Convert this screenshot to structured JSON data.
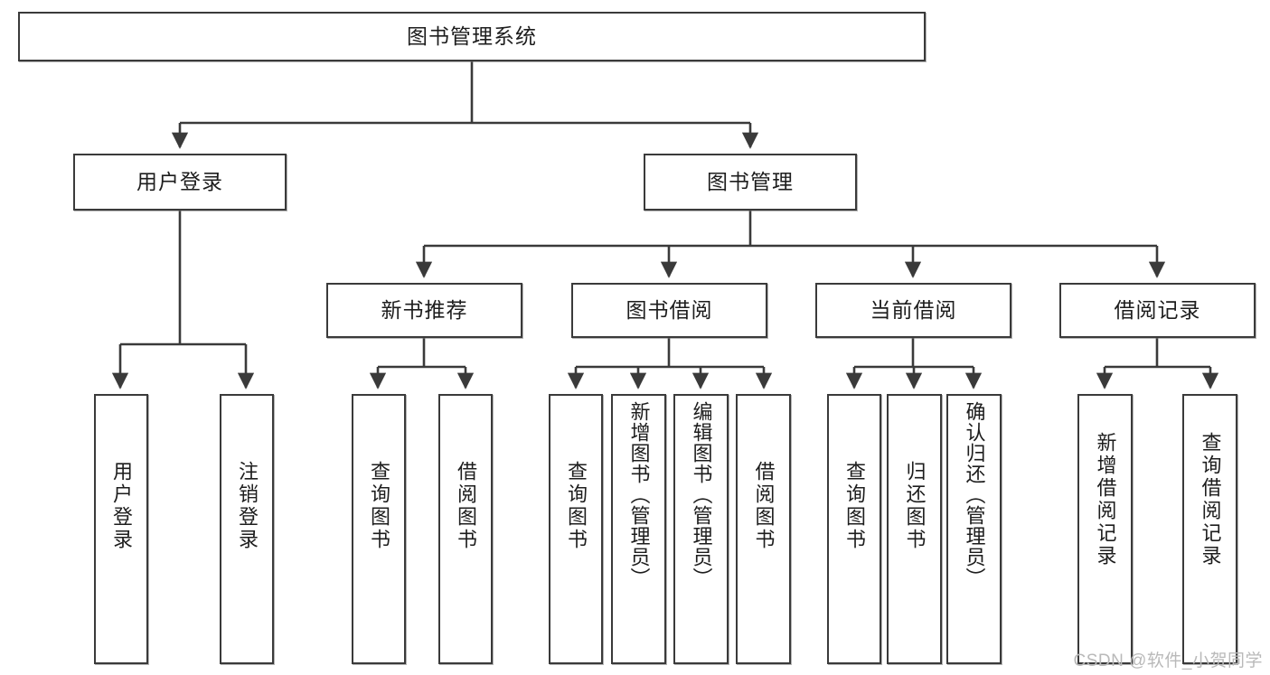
{
  "diagram": {
    "type": "tree-hierarchy",
    "title": "图书管理系统",
    "watermark": "CSDN @软件_小贺同学",
    "colors": {
      "box_border": "#3a3a3a",
      "box_fill": "#ffffff",
      "edge": "#3a3a3a",
      "text": "#1d1d1d",
      "watermark": "#b9b9b9",
      "background": "#ffffff"
    },
    "nodes": {
      "root": {
        "id": "root",
        "label": "图书管理系统",
        "level": 1,
        "orientation": "horizontal"
      },
      "l2": [
        {
          "id": "user-login",
          "label": "用户登录",
          "level": 2,
          "orientation": "horizontal",
          "parent": "root"
        },
        {
          "id": "book-manage",
          "label": "图书管理",
          "level": 2,
          "orientation": "horizontal",
          "parent": "root"
        }
      ],
      "l3": [
        {
          "id": "new-book-recommend",
          "label": "新书推荐",
          "level": 3,
          "orientation": "horizontal",
          "parent": "book-manage"
        },
        {
          "id": "book-borrow",
          "label": "图书借阅",
          "level": 3,
          "orientation": "horizontal",
          "parent": "book-manage"
        },
        {
          "id": "current-borrow",
          "label": "当前借阅",
          "level": 3,
          "orientation": "horizontal",
          "parent": "book-manage"
        },
        {
          "id": "borrow-record",
          "label": "借阅记录",
          "level": 3,
          "orientation": "horizontal",
          "parent": "book-manage"
        }
      ],
      "leaves": [
        {
          "id": "leaf-user-login",
          "label": "用户登录",
          "parent": "user-login",
          "orientation": "vertical"
        },
        {
          "id": "leaf-user-logout",
          "label": "注销登录",
          "parent": "user-login",
          "orientation": "vertical"
        },
        {
          "id": "leaf-query-book-1",
          "label": "查询图书",
          "parent": "new-book-recommend",
          "orientation": "vertical"
        },
        {
          "id": "leaf-borrow-book-1",
          "label": "借阅图书",
          "parent": "new-book-recommend",
          "orientation": "vertical"
        },
        {
          "id": "leaf-query-book-2",
          "label": "查询图书",
          "parent": "book-borrow",
          "orientation": "vertical"
        },
        {
          "id": "leaf-add-book",
          "label": "新增图书（管理员）",
          "parent": "book-borrow",
          "orientation": "vertical"
        },
        {
          "id": "leaf-edit-book",
          "label": "编辑图书（管理员）",
          "parent": "book-borrow",
          "orientation": "vertical"
        },
        {
          "id": "leaf-borrow-book-2",
          "label": "借阅图书",
          "parent": "book-borrow",
          "orientation": "vertical"
        },
        {
          "id": "leaf-query-book-3",
          "label": "查询图书",
          "parent": "current-borrow",
          "orientation": "vertical"
        },
        {
          "id": "leaf-return-book",
          "label": "归还图书",
          "parent": "current-borrow",
          "orientation": "vertical"
        },
        {
          "id": "leaf-confirm-return",
          "label": "确认归还（管理员）",
          "parent": "current-borrow",
          "orientation": "vertical"
        },
        {
          "id": "leaf-add-record",
          "label": "新增借阅记录",
          "parent": "borrow-record",
          "orientation": "vertical"
        },
        {
          "id": "leaf-query-record",
          "label": "查询借阅记录",
          "parent": "borrow-record",
          "orientation": "vertical"
        }
      ]
    }
  }
}
